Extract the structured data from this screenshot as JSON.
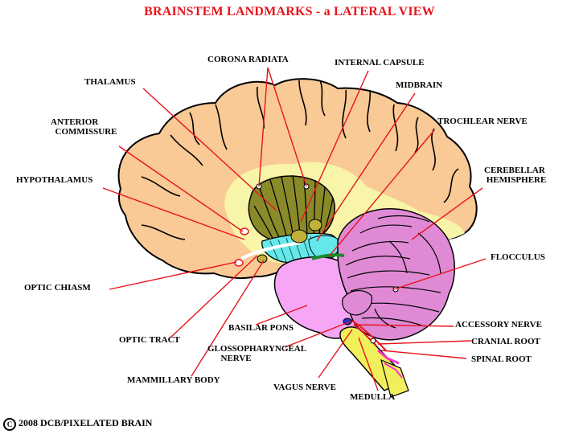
{
  "title": "BRAINSTEM LANDMARKS - a LATERAL VIEW",
  "colors": {
    "title": "#e8141c",
    "cortex": "#f9c996",
    "white_matter": "#f8f4a8",
    "thalamus": "#8b8a2a",
    "midbrain": "#66e8ea",
    "pons": "#f6a6f4",
    "cerebellum": "#e08ad6",
    "medulla": "#f2f05a",
    "leader_line": "#e8141c",
    "outline": "#000000"
  },
  "labels": {
    "corona_radiata": "CORONA RADIATA",
    "internal_capsule": "INTERNAL CAPSULE",
    "thalamus": "THALAMUS",
    "midbrain": "MIDBRAIN",
    "anterior_commissure": "ANTERIOR\n  COMMISSURE",
    "trochlear_nerve": "TROCHLEAR NERVE",
    "cerebellar_hemisphere": "CEREBELLAR\n HEMISPHERE",
    "hypothalamus": "HYPOTHALAMUS",
    "flocculus": "FLOCCULUS",
    "optic_chiasm": "OPTIC CHIASM",
    "basilar_pons": "BASILAR PONS",
    "accessory_nerve": "ACCESSORY NERVE",
    "optic_tract": "OPTIC TRACT",
    "glossopharyngeal_nerve": "GLOSSOPHARYNGEAL\n      NERVE",
    "cranial_root": "CRANIAL ROOT",
    "spinal_root": "SPINAL ROOT",
    "mammillary_body": "MAMMILLARY BODY",
    "vagus_nerve": "VAGUS NERVE",
    "medulla": "MEDULLA"
  },
  "copyright": {
    "symbol": "C",
    "text": "2008  DCB/PIXELATED BRAIN"
  }
}
